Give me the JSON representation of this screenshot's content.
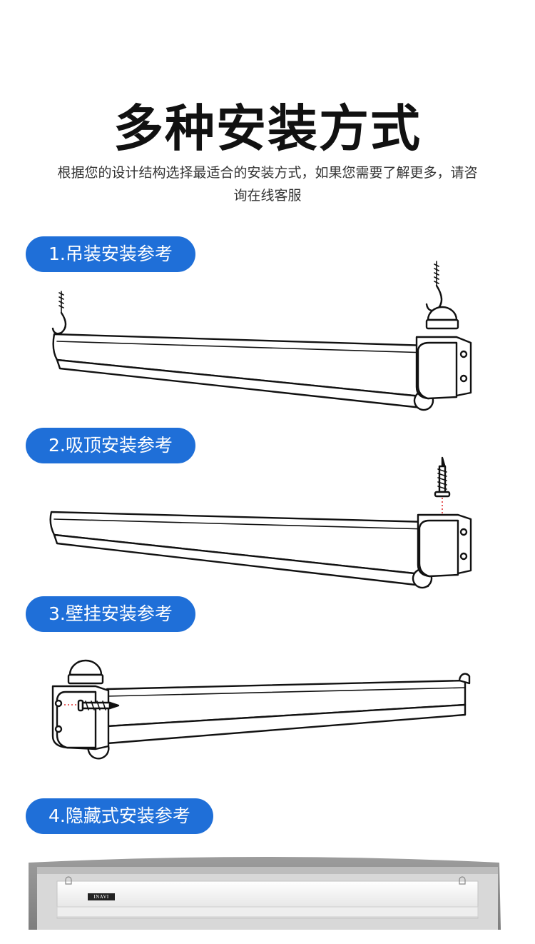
{
  "header": {
    "title": "多种安装方式",
    "subtitle": "根据您的设计结构选择最适合的安装方式，如果您需要了解更多，请咨询在线客服"
  },
  "methods": [
    {
      "label": "1.吊装安装参考",
      "illustration": "hanging-mount"
    },
    {
      "label": "2.吸顶安装参考",
      "illustration": "ceiling-mount"
    },
    {
      "label": "3.壁挂安装参考",
      "illustration": "wall-mount"
    },
    {
      "label": "4.隐藏式安装参考",
      "illustration": "recessed-mount"
    }
  ],
  "product": {
    "brand_mark": "INAVI"
  },
  "colors": {
    "accent": "#1f6fd8",
    "line": "#111111",
    "guide": "#e03030",
    "ceiling": "#8c8c8c"
  }
}
